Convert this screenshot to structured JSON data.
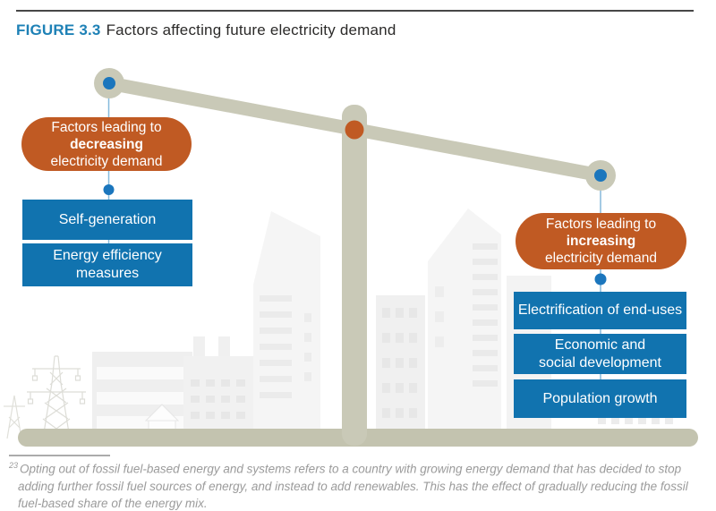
{
  "figure": {
    "label": "FIGURE 3.3",
    "title": "Factors affecting future electricity demand"
  },
  "left": {
    "bubble": {
      "line1": "Factors leading to",
      "emphasis": "decreasing",
      "line2": "electricity demand"
    },
    "boxes": [
      "Self-generation",
      "Energy efficiency\nmeasures"
    ]
  },
  "right": {
    "bubble": {
      "line1": "Factors leading to",
      "emphasis": "increasing",
      "line2": "electricity demand"
    },
    "boxes": [
      "Electrification of end-uses",
      "Economic and\nsocial development",
      "Population growth"
    ]
  },
  "footnote": {
    "marker": "23",
    "text": "Opting out of fossil fuel-based energy and systems refers to a country with growing energy demand that has decided to stop adding further fossil fuel sources of energy, and instead to add renewables. This has the effect of gradually reducing the fossil fuel-based share of the energy mix."
  },
  "colors": {
    "figure_label_blue": "#1e81b6",
    "bubble_orange": "#c05a23",
    "factor_box_blue": "#1173af",
    "dot_blue": "#1b76bd",
    "connector_blue": "#85b9dc",
    "scale_beige": "#c9c9b7",
    "base_beige": "#c3c3af",
    "footnote_gray": "#9b9b9b"
  }
}
